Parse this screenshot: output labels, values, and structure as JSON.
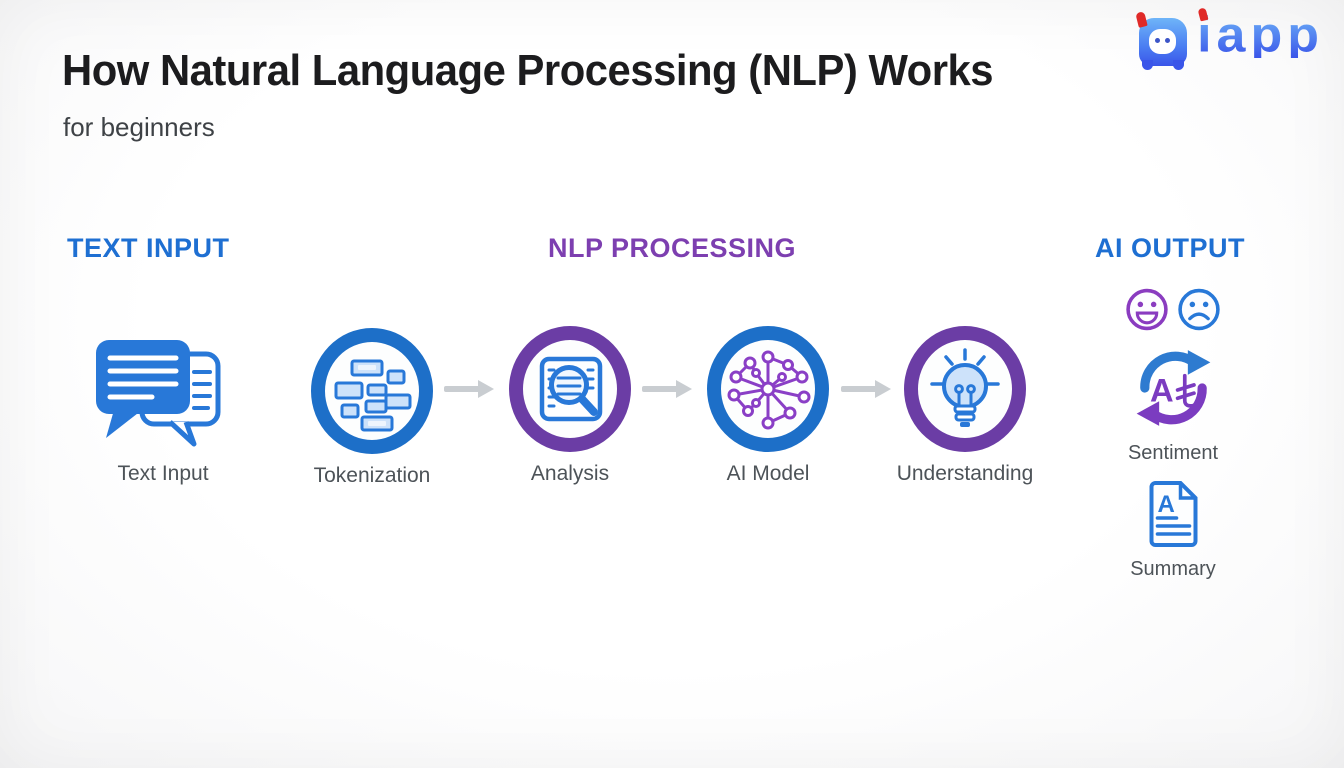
{
  "logo": {
    "text": "iapp",
    "accent_red": "#e02a28",
    "gradient_top": "#6fb5f8",
    "gradient_bottom": "#3a55e9"
  },
  "header": {
    "title": "How Natural Language Processing (NLP) Works",
    "subtitle": "for beginners"
  },
  "sections": [
    {
      "label": "TEXT INPUT",
      "color": "#1e6fd2"
    },
    {
      "label": "NLP PROCESSING",
      "color": "#7d3fb0"
    },
    {
      "label": "AI OUTPUT",
      "color": "#1e6fd2"
    }
  ],
  "flow": {
    "steps": [
      {
        "label": "Text Input",
        "icon": "chat-bubbles-icon",
        "ring": "none"
      },
      {
        "label": "Tokenization",
        "icon": "tokens-icon",
        "ring": "#1d6fc8"
      },
      {
        "label": "Analysis",
        "icon": "document-magnifier-icon",
        "ring": "#6b3da5"
      },
      {
        "label": "AI Model",
        "icon": "network-icon",
        "ring": "#1d6fc8"
      },
      {
        "label": "Understanding",
        "icon": "lightbulb-icon",
        "ring": "#6b3da5"
      }
    ],
    "arrow_color": "#c9cdd1"
  },
  "output_column": {
    "items": [
      {
        "label": "Sentiment",
        "icons": [
          "happy-face-icon",
          "sad-face-icon",
          "translate-icon"
        ]
      },
      {
        "label": "Summary",
        "icons": [
          "summary-document-icon"
        ]
      }
    ]
  },
  "colors": {
    "icon_blue": "#2878d8",
    "icon_light_blue": "#cde2fa",
    "icon_purple": "#8a3fc6",
    "label_gray": "#4d5358",
    "title_dark": "#1c1c1e"
  }
}
